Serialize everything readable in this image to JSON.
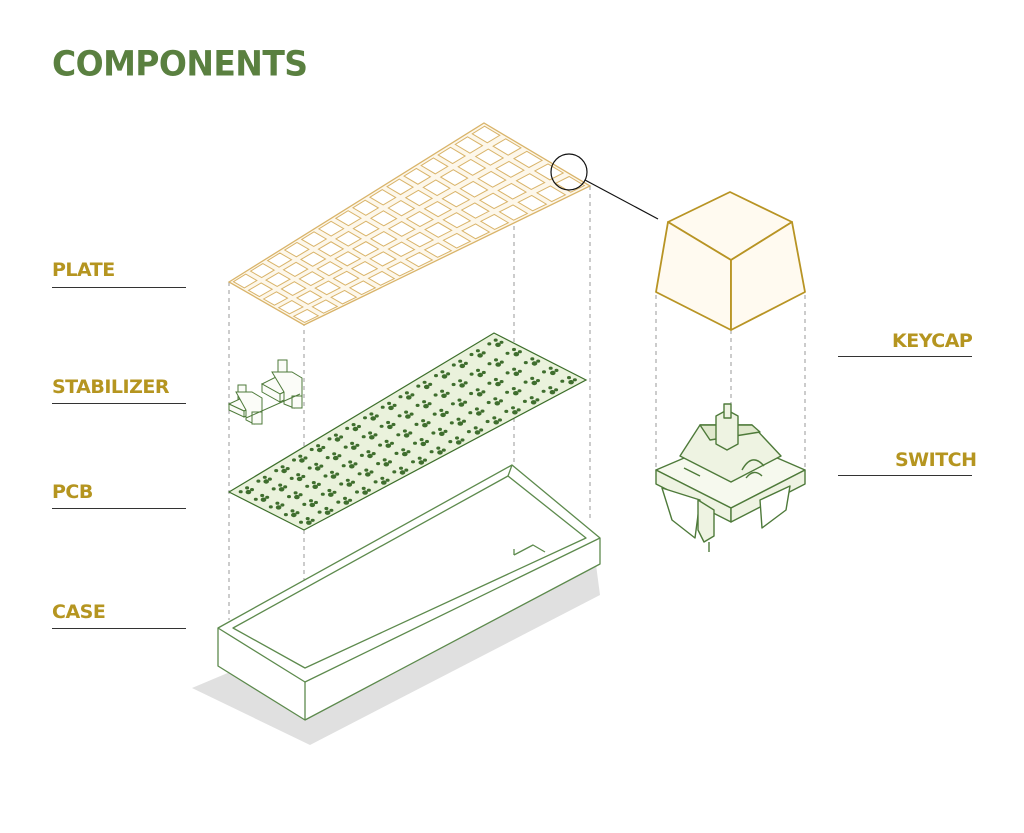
{
  "title": "COMPONENTS",
  "labels": {
    "plate": "PLATE",
    "stabilizer": "STABILIZER",
    "pcb": "PCB",
    "case": "CASE",
    "keycap": "KEYCAP",
    "switch": "SWITCH"
  },
  "colors": {
    "title": "#5a8040",
    "label": "#b59520",
    "plate_stroke": "#d9b46a",
    "plate_fill": "#fdf7ea",
    "pcb_fill": "#eaf2dc",
    "pcb_stroke": "#3c6e2a",
    "pcb_dot": "#3f6e2e",
    "case_stroke": "#5d8a4d",
    "keycap_stroke": "#b89424",
    "keycap_fill": "#fffaf0",
    "switch_stroke": "#4e7a3a",
    "switch_fill": "#eef3e2",
    "shadow": "#e0e0e0",
    "guide": "#999999"
  }
}
